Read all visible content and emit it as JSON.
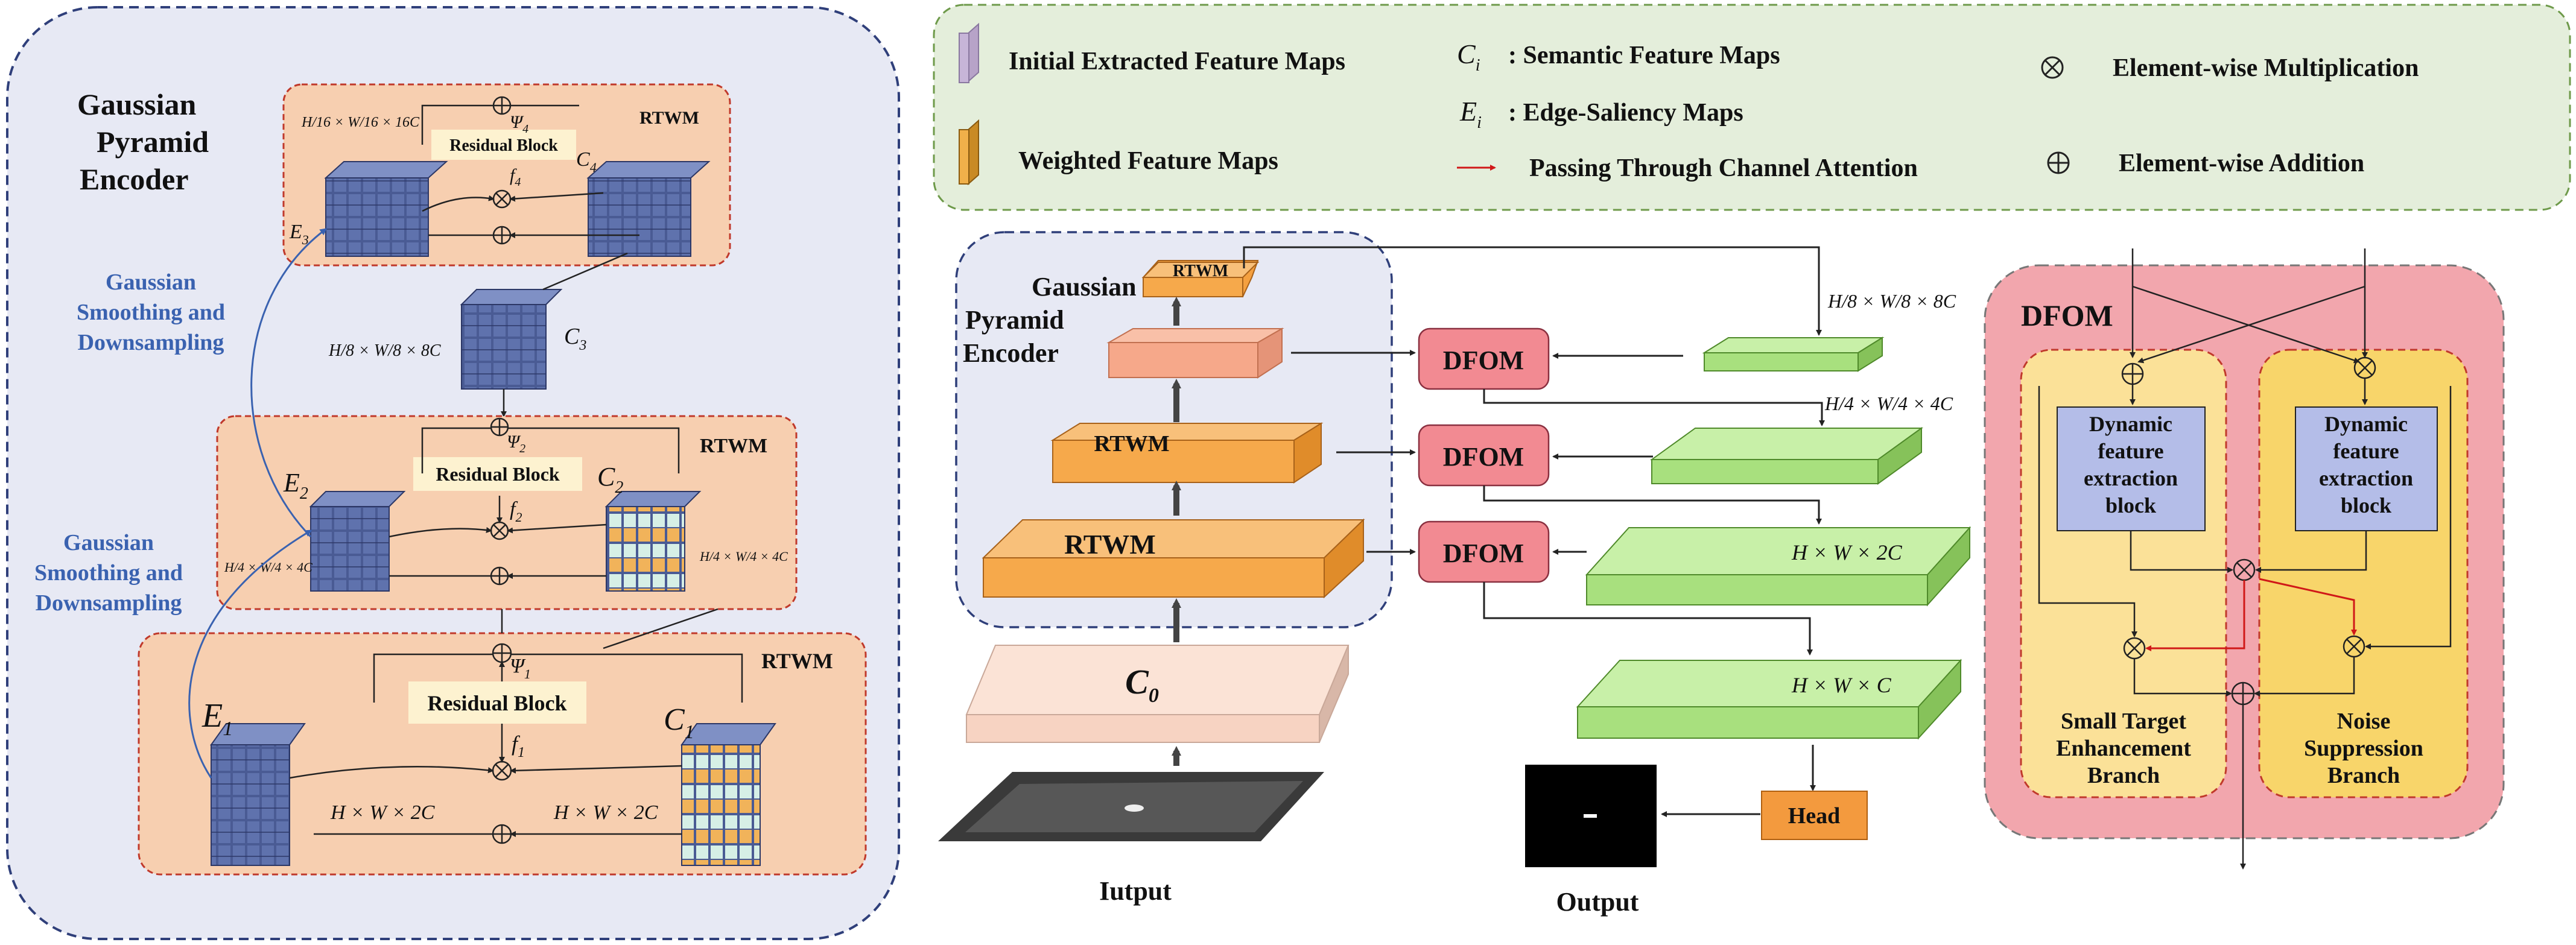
{
  "legend": {
    "initial_maps": "Initial Extracted Feature Maps",
    "weighted_maps": "Weighted Feature Maps",
    "ci_symbol": "C",
    "ci_sub": "i",
    "ci_text": ":  Semantic Feature Maps",
    "ei_symbol": "E",
    "ei_sub": "i",
    "ei_text": ":   Edge-Saliency Maps",
    "channel_attention": "Passing Through Channel Attention",
    "multiplication": "Element-wise Multiplication",
    "addition": "Element-wise Addition"
  },
  "left_panel": {
    "title_line1": "Gaussian",
    "title_line2": "Pyramid",
    "title_line3": "Encoder",
    "smoothing_top": [
      "Gaussian",
      "Smoothing and",
      "Downsampling"
    ],
    "smoothing_bottom": [
      "Gaussian",
      "Smoothing and",
      "Downsampling"
    ],
    "rtwm": "RTWM",
    "residual_block": "Residual Block",
    "dim_h16": "H/16 × W/16 × 16C",
    "dim_h8": "H/8 × W/8 × 8C",
    "dim_h4": "H/4 × W/4 × 4C",
    "dim_hw2c": "H × W × 2C",
    "labels": {
      "e1": "E",
      "e1s": "1",
      "e2": "E",
      "e2s": "2",
      "e3": "E",
      "e3s": "3",
      "c1": "C",
      "c1s": "1",
      "c2": "C",
      "c2s": "2",
      "c3": "C",
      "c3s": "3",
      "c4": "C",
      "c4s": "4",
      "f1": "f",
      "f1s": "1",
      "f2": "f",
      "f2s": "2",
      "f4": "f",
      "f4s": "4",
      "psi1": "Ψ",
      "psi1s": "1",
      "psi2": "Ψ",
      "psi2s": "2",
      "psi4": "Ψ",
      "psi4s": "4"
    }
  },
  "middle_panel": {
    "title_line1": "Gaussian",
    "title_line2": "Pyramid",
    "title_line3": "Encoder",
    "rtwm": "RTWM",
    "c0": "C",
    "c0s": "0",
    "dfom": "DFOM",
    "dim_h8": "H/8 × W/8 × 8C",
    "dim_h4": "H/4 × W/4 × 4C",
    "dim_hw2c": "H × W × 2C",
    "dim_hwc": "H × W × C",
    "head": "Head",
    "input_label": "Iutput",
    "output_label": "Output"
  },
  "dfom_panel": {
    "title": "DFOM",
    "block_text": [
      "Dynamic",
      "feature",
      "extraction",
      "block"
    ],
    "branch_left": [
      "Small Target",
      "Enhancement",
      "Branch"
    ],
    "branch_right": [
      "Noise",
      "Suppression",
      "Branch"
    ]
  },
  "colors": {
    "left_bg": "#e7e9f4",
    "legend_bg": "#e4eedb",
    "rtwm_box": "#f7cfb0",
    "residual": "#fdf2d0",
    "cube_blue": "#4a5b94",
    "orange_layer": "#f4b060",
    "green_layer": "#a8e07e",
    "dfom_box": "#f28a92",
    "dfom_panel": "#f2a6ad",
    "branch_yellow": "#fbe198",
    "block_blue": "#b4bde8",
    "head": "#f39a3e",
    "attention_red": "#d01818"
  }
}
